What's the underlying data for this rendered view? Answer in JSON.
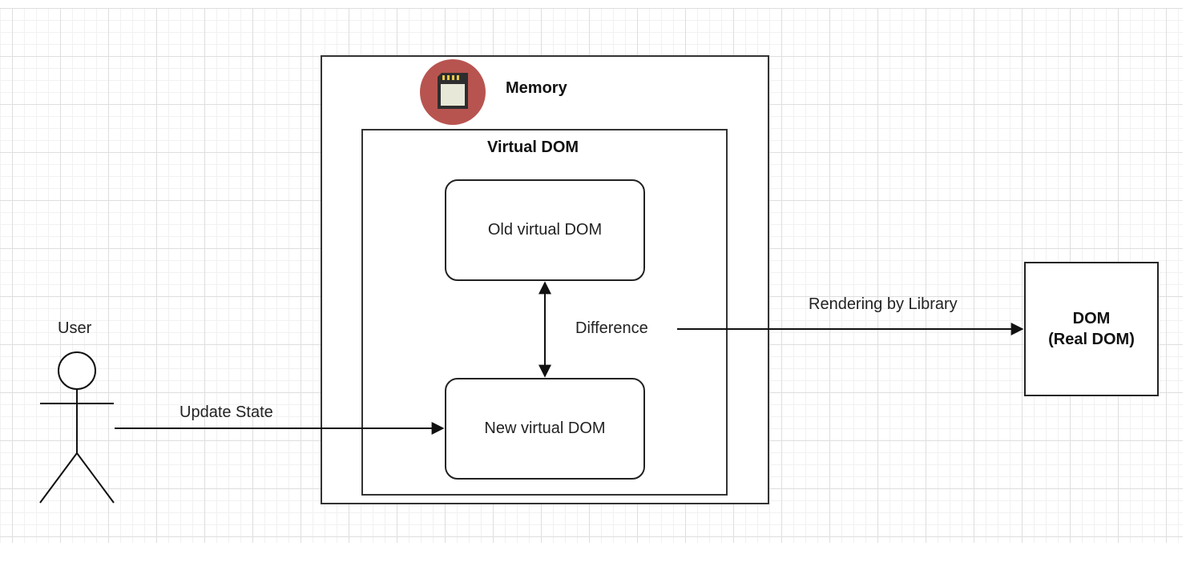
{
  "diagram": {
    "memory": {
      "label": "Memory",
      "icon": "memory-card-icon",
      "icon_color": "#b85450"
    },
    "virtual_dom": {
      "label": "Virtual DOM",
      "old_node": "Old virtual DOM",
      "new_node": "New virtual DOM",
      "difference_label": "Difference"
    },
    "real_dom": {
      "line1": "DOM",
      "line2": "(Real DOM)"
    },
    "user": {
      "label": "User",
      "icon": "stick-figure-icon"
    },
    "edges": {
      "update_state": "Update State",
      "rendering": "Rendering by Library"
    }
  }
}
